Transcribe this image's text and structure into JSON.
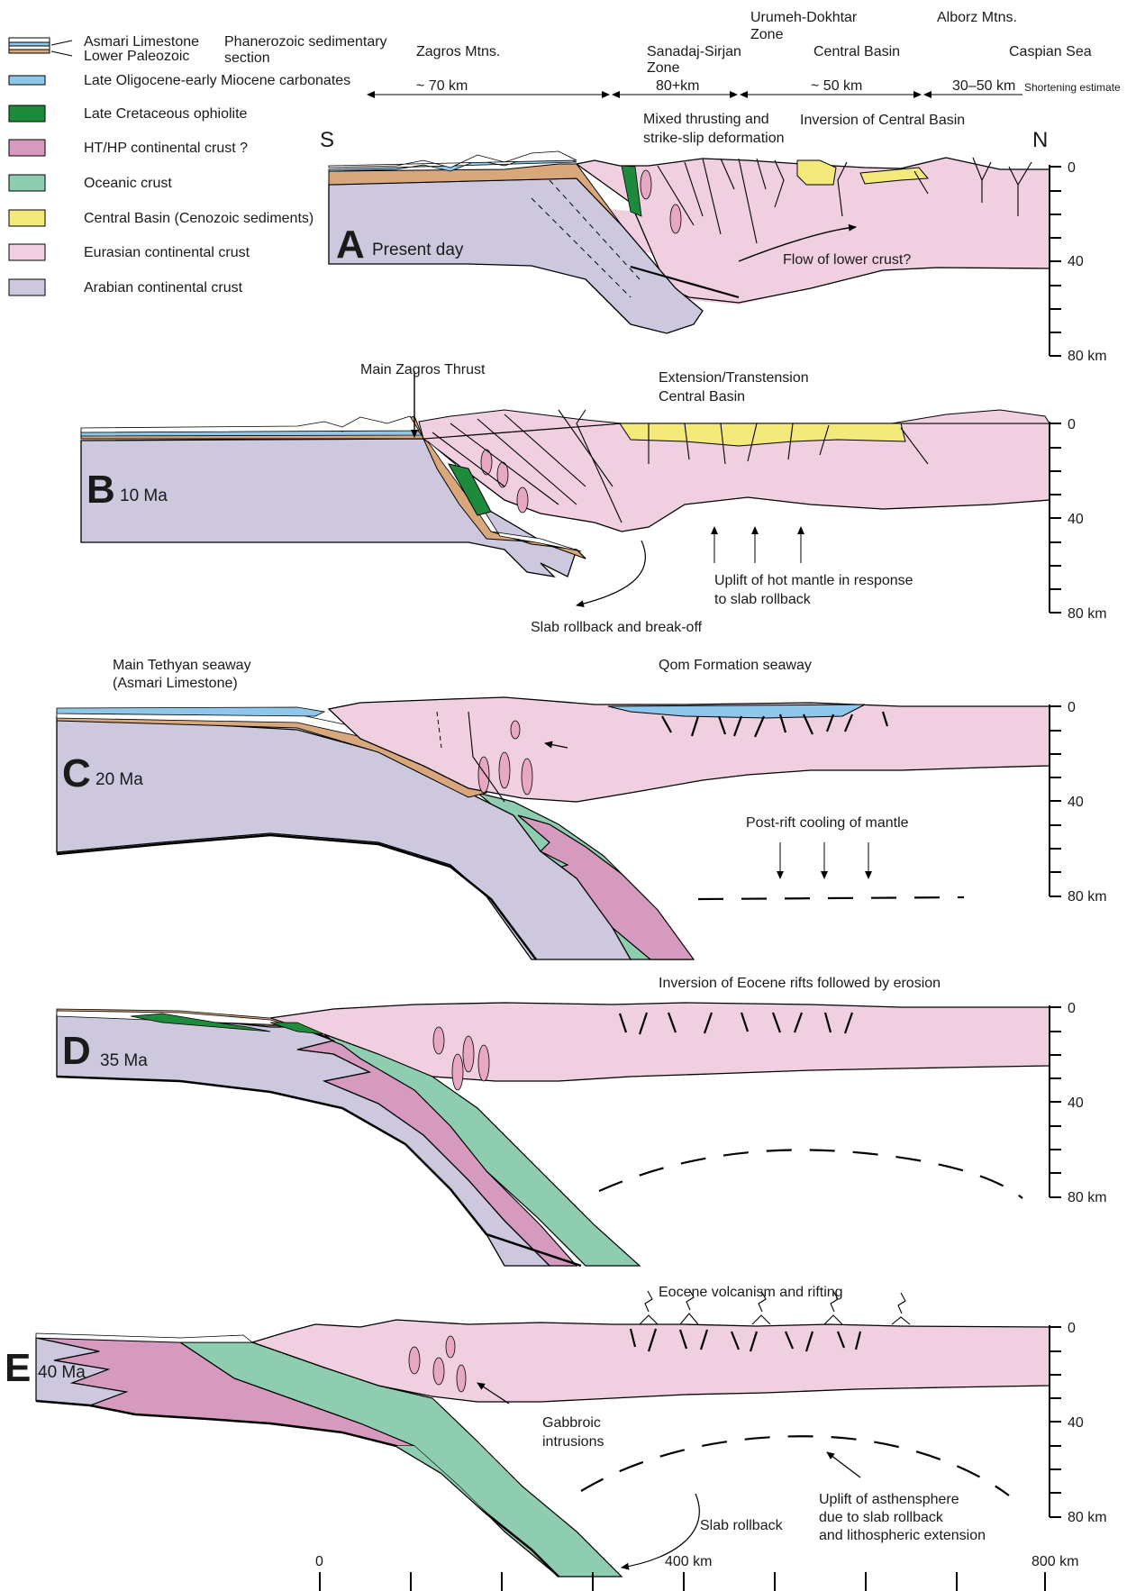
{
  "legend": [
    {
      "id": "asmari",
      "label_top": "Asmari Limestone",
      "label_bottom": "Lower Paleozoic",
      "label_side": "Phanerozoic sedimentary section"
    },
    {
      "id": "oligo",
      "label": "Late Oligocene-early Miocene carbonates",
      "color": "#8ec7ea"
    },
    {
      "id": "ophiolite",
      "label": "Late Cretaceous ophiolite",
      "color": "#1e8a3c"
    },
    {
      "id": "hthp",
      "label": "HT/HP continental crust ?",
      "color": "#d69abf"
    },
    {
      "id": "oceanic",
      "label": "Oceanic crust",
      "color": "#8ecdb0"
    },
    {
      "id": "centralbasin",
      "label": "Central Basin (Cenozoic sediments)",
      "color": "#f4ea7c"
    },
    {
      "id": "eurasian",
      "label": "Eurasian continental crust",
      "color": "#f0d0e0"
    },
    {
      "id": "arabian",
      "label": "Arabian continental crust",
      "color": "#cdc8de"
    }
  ],
  "zones": {
    "zagros": "Zagros Mtns.",
    "sanandaj_1": "Sanadaj-Sirjan",
    "sanandaj_2": "Zone",
    "urumeh_1": "Urumeh-Dokhtar",
    "urumeh_2": "Zone",
    "central": "Central Basin",
    "alborz": "Alborz Mtns.",
    "caspian": "Caspian Sea"
  },
  "shortening": {
    "zagros": "~ 70 km",
    "sanandaj": "80+km",
    "central": "~ 50 km",
    "caspian": "30–50 km",
    "label": "Shortening estimate"
  },
  "directions": {
    "south": "S",
    "north": "N"
  },
  "panels": {
    "A": {
      "letter": "A",
      "age": "Present day",
      "annotations": {
        "mixed_1": "Mixed thrusting and",
        "mixed_2": "strike-slip deformation",
        "inversion": "Inversion of Central Basin",
        "flow": "Flow of lower crust?"
      }
    },
    "B": {
      "letter": "B",
      "age": "10 Ma",
      "annotations": {
        "mzt": "Main Zagros Thrust",
        "ext_1": "Extension/Transtension",
        "ext_2": "Central Basin",
        "uplift_1": "Uplift of hot mantle in response",
        "uplift_2": "to slab rollback",
        "rollback": "Slab rollback and break-off"
      }
    },
    "C": {
      "letter": "C",
      "age": "20 Ma",
      "annotations": {
        "tethyan_1": "Main Tethyan seaway",
        "tethyan_2": "(Asmari Limestone)",
        "qom": "Qom Formation seaway",
        "cooling": "Post-rift cooling of mantle"
      }
    },
    "D": {
      "letter": "D",
      "age": "35 Ma",
      "annotations": {
        "inversion": "Inversion of Eocene rifts followed by erosion"
      }
    },
    "E": {
      "letter": "E",
      "age": "40 Ma",
      "annotations": {
        "volcanism": "Eocene volcanism and rifting",
        "gabbro_1": "Gabbroic",
        "gabbro_2": "intrusions",
        "asth_1": "Uplift of asthensphere",
        "asth_2": "due to slab rollback",
        "asth_3": "and lithospheric extension",
        "rollback": "Slab rollback"
      }
    }
  },
  "depth_ticks": {
    "top": "0",
    "mid": "40",
    "bottom": "80 km"
  },
  "distance_scale": {
    "start": "0",
    "mid": "400 km",
    "end": "800 km"
  }
}
